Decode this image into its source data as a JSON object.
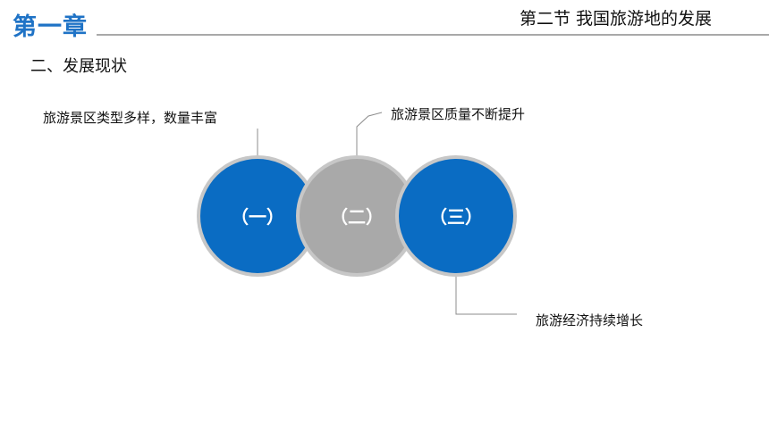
{
  "header": {
    "chapter": "第一章",
    "section": "第二节 我国旅游地的发展"
  },
  "subtitle": "二、发展现状",
  "diagram": {
    "circles": [
      {
        "text": "（一）",
        "color": "#0a6cc3"
      },
      {
        "text": "（二）",
        "color": "#a9a9a9"
      },
      {
        "text": "（三）",
        "color": "#0a6cc3"
      }
    ],
    "labels": [
      "旅游景区类型多样，数量丰富",
      "旅游景区质量不断提升",
      "旅游经济持续增长"
    ]
  }
}
